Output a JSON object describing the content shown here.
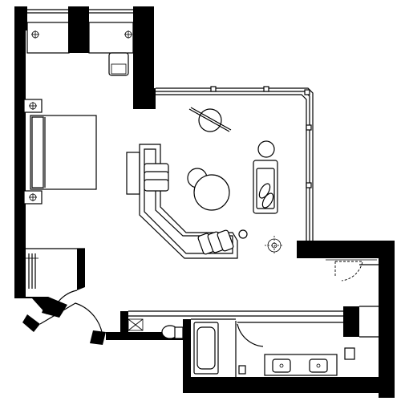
{
  "plan": {
    "colors": {
      "wall": "#000000",
      "floor": "#ffffff",
      "line": "#000000"
    },
    "rooms": [
      {
        "id": "bedroom",
        "furniture": [
          "double-bed",
          "nightstand",
          "nightstand",
          "desk-chair"
        ]
      },
      {
        "id": "lounge",
        "furniture": [
          "l-shaped-sofa",
          "round-table",
          "armchair",
          "stool",
          "floor-lamp",
          "side-table"
        ]
      },
      {
        "id": "bathroom",
        "furniture": [
          "bathtub",
          "toilet",
          "double-vanity",
          "bidet"
        ]
      },
      {
        "id": "closet",
        "furniture": [
          "wardrobe"
        ]
      }
    ],
    "icons": [
      "lamp-icon",
      "outlet-icon",
      "door-swing-icon"
    ]
  }
}
